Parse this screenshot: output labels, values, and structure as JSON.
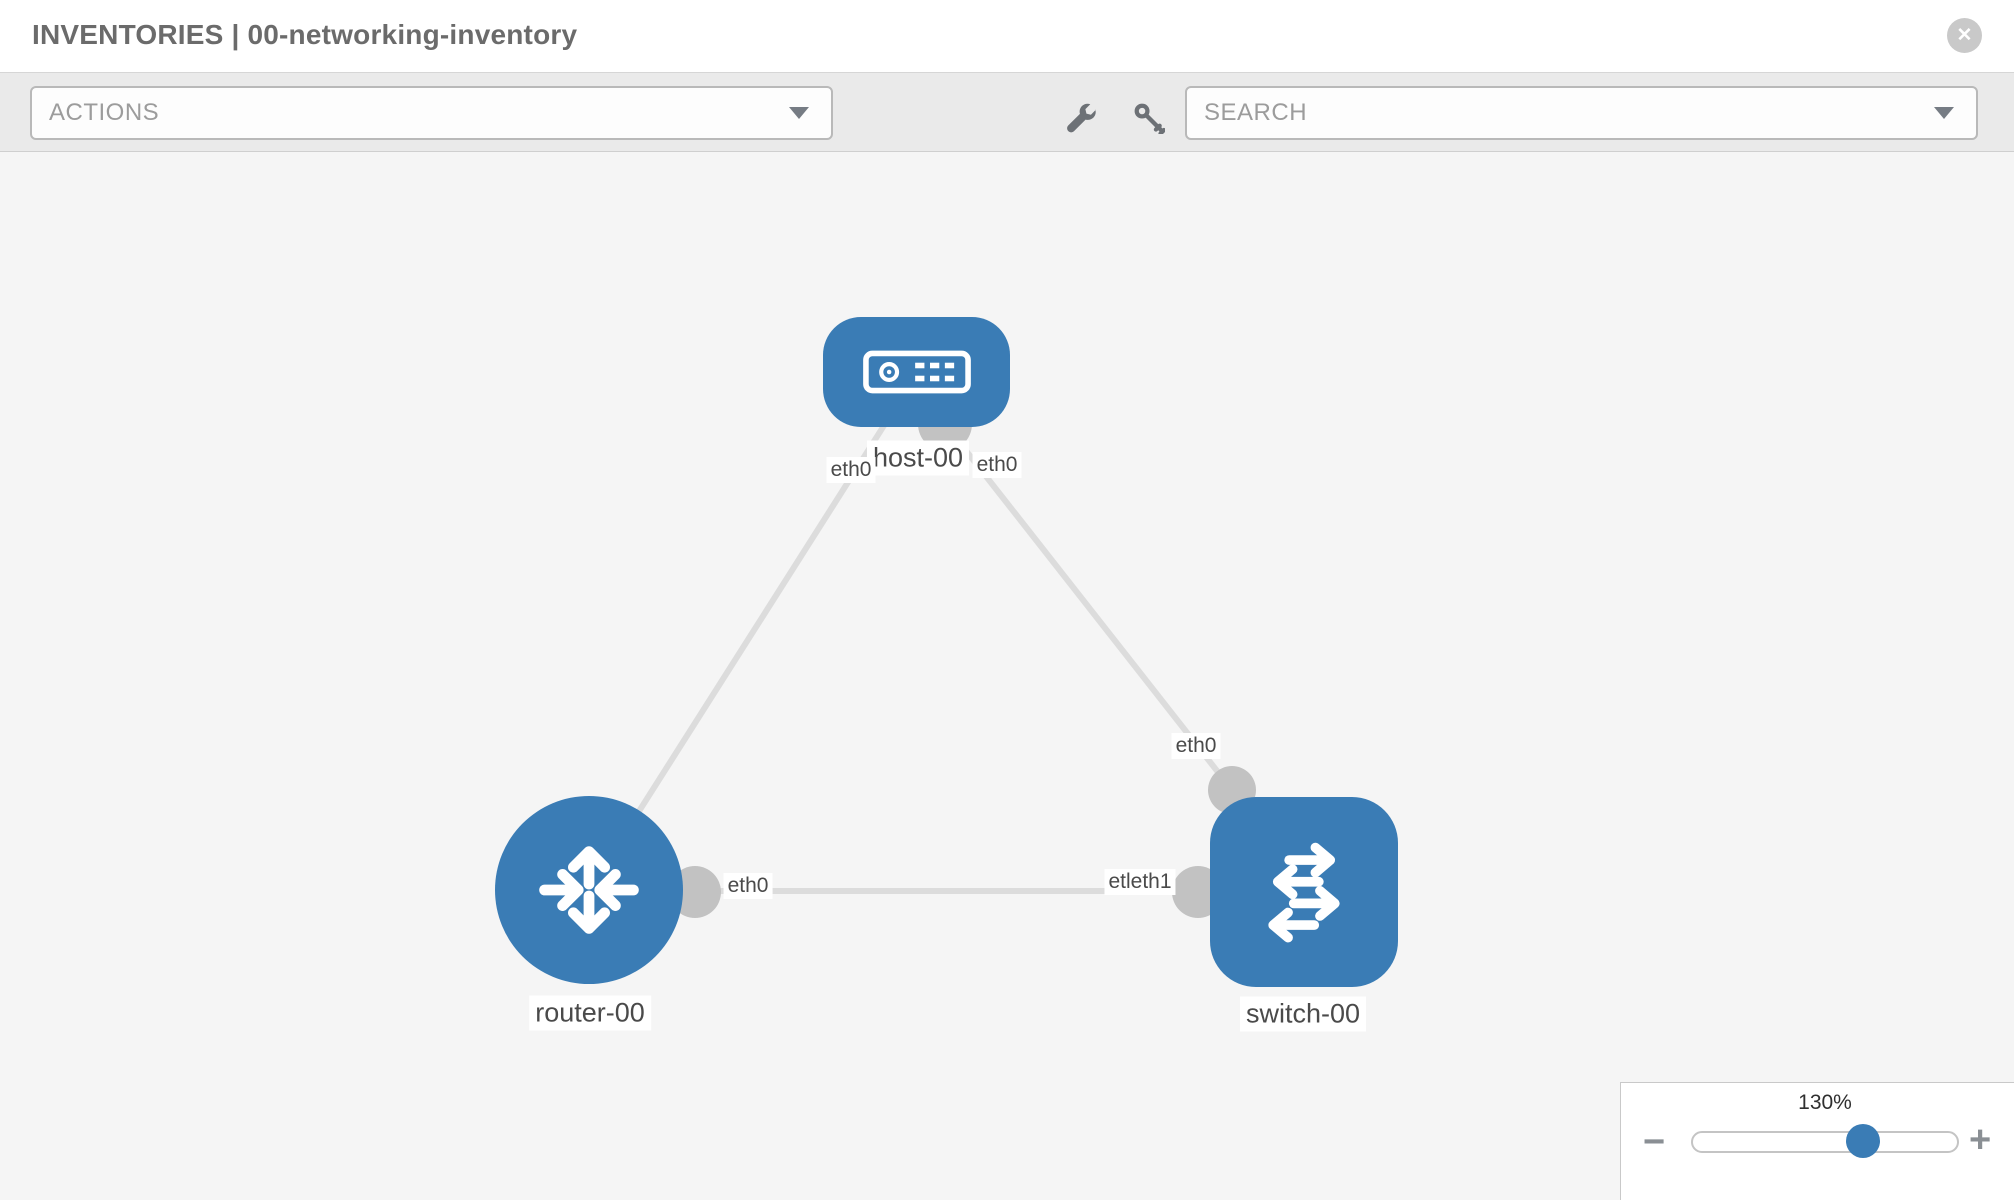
{
  "header": {
    "title": "INVENTORIES | 00-networking-inventory",
    "close_glyph": "✕"
  },
  "toolbar": {
    "actions_label": "ACTIONS",
    "search_label": "SEARCH"
  },
  "topology": {
    "nodes": [
      {
        "id": "host-00",
        "type": "host",
        "label": "host-00"
      },
      {
        "id": "router-00",
        "type": "router",
        "label": "router-00"
      },
      {
        "id": "switch-00",
        "type": "switch",
        "label": "switch-00"
      }
    ],
    "links": [
      {
        "from": "host-00",
        "to": "router-00"
      },
      {
        "from": "host-00",
        "to": "switch-00"
      },
      {
        "from": "router-00",
        "to": "switch-00"
      }
    ],
    "interface_labels": {
      "host_left": "eth0",
      "host_right": "eth0",
      "router_right": "eth0",
      "switch_top": "eth0",
      "link_mid": "etleth1"
    }
  },
  "zoom_control": {
    "level": "130%",
    "minus_glyph": "−",
    "plus_glyph": "+"
  },
  "colors": {
    "node_blue": "#3a7cb5",
    "link_gray": "#dcdcdc",
    "interface_gray": "#c2c2c2"
  }
}
